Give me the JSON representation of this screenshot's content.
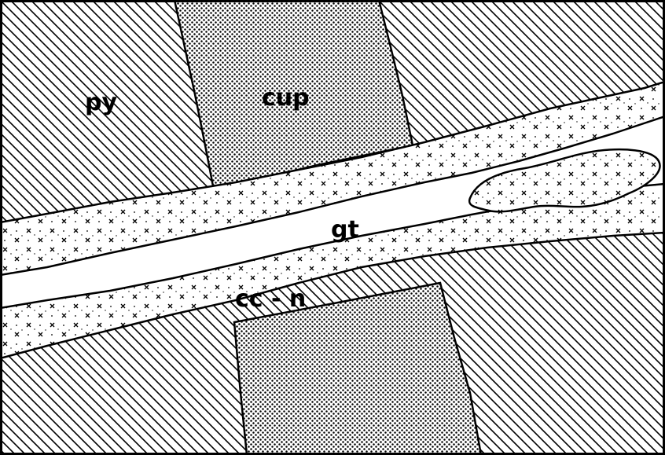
{
  "diagram": {
    "labels": {
      "py": "py",
      "cup": "cup",
      "gt": "gt",
      "ccn": "cc - n"
    },
    "colors": {
      "ink": "#000000",
      "paper": "#ffffff"
    }
  }
}
